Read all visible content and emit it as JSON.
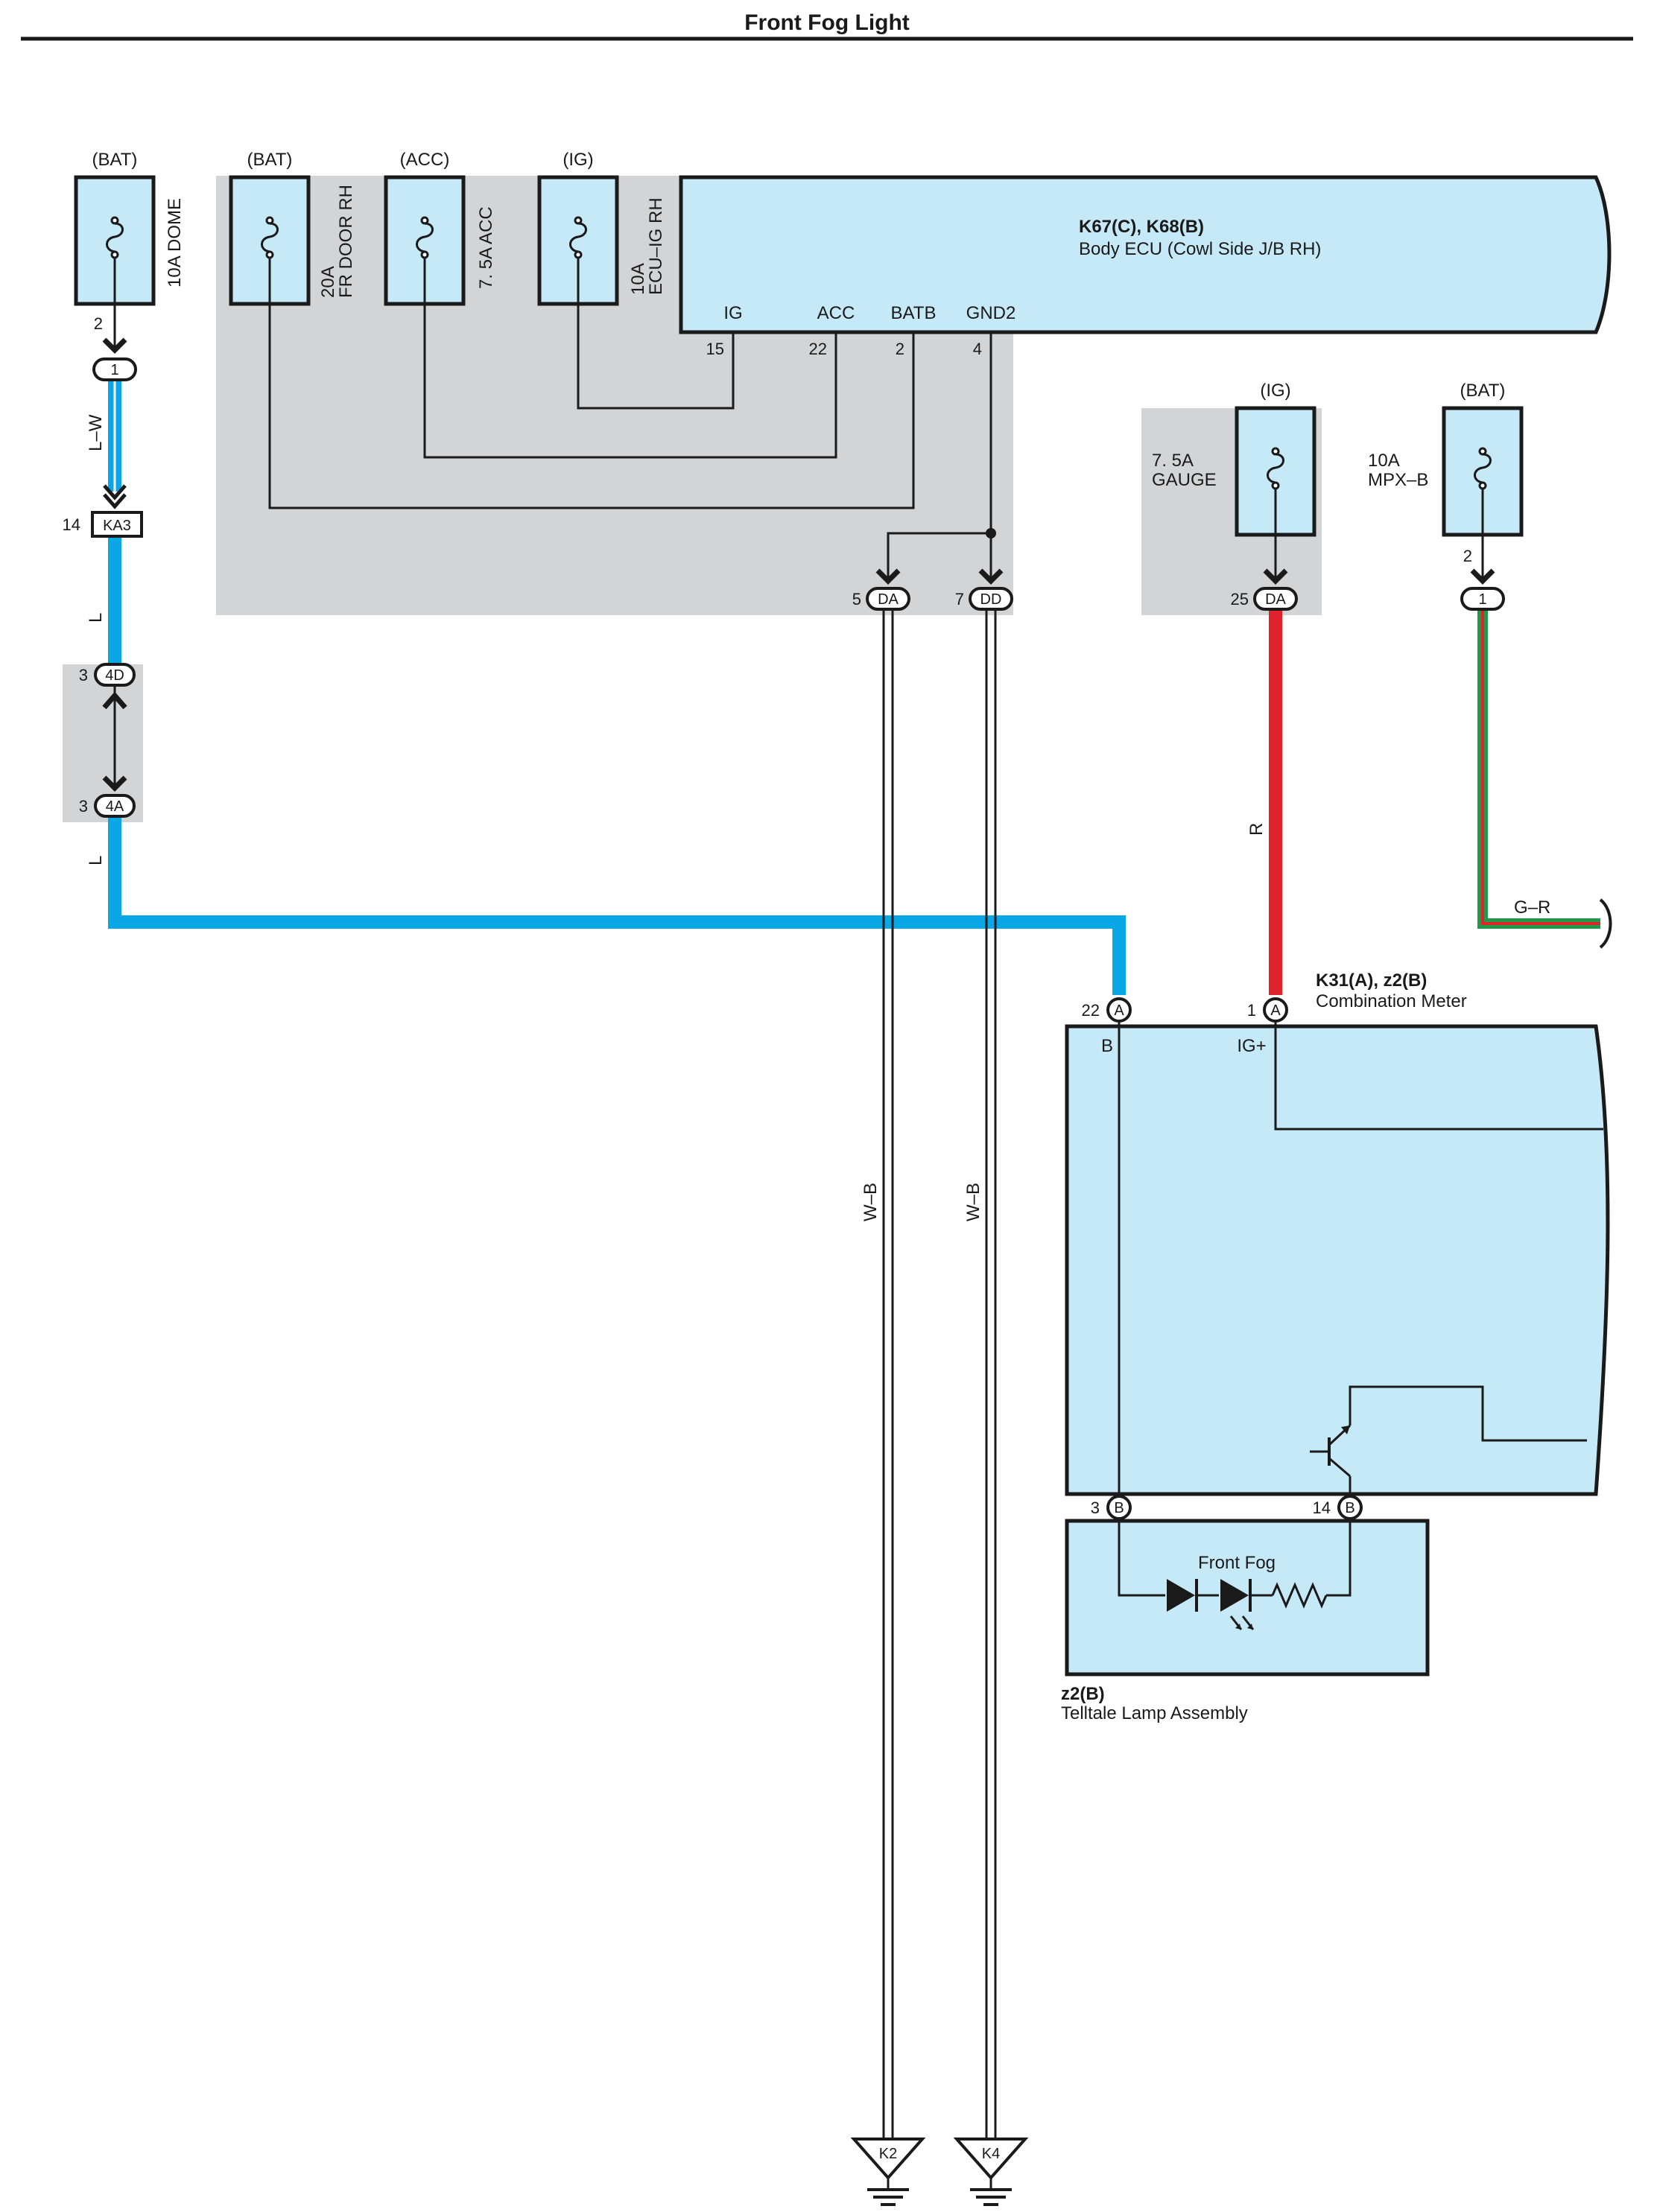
{
  "title": "Front Fog Light",
  "fuses": {
    "dome": {
      "source": "(BAT)",
      "label": "10A DOME",
      "pin": "2"
    },
    "fr_door": {
      "source": "(BAT)",
      "label1": "20A",
      "label2": "FR DOOR RH"
    },
    "acc": {
      "source": "(ACC)",
      "label": "7. 5A ACC"
    },
    "ecu_ig": {
      "source": "(IG)",
      "label1": "10A",
      "label2": "ECU–IG RH"
    },
    "gauge": {
      "source": "(IG)",
      "label1": "7. 5A",
      "label2": "GAUGE"
    },
    "mpx": {
      "source": "(BAT)",
      "label1": "10A",
      "label2": "MPX–B",
      "pin": "2"
    }
  },
  "body_ecu": {
    "codes": "K67(C), K68(B)",
    "name": "Body ECU (Cowl Side J/B RH)",
    "terminals": [
      {
        "name": "IG",
        "pin": "15"
      },
      {
        "name": "ACC",
        "pin": "22"
      },
      {
        "name": "BATB",
        "pin": "2"
      },
      {
        "name": "GND2",
        "pin": "4"
      }
    ]
  },
  "connectors": {
    "c1_left": {
      "pin": "",
      "code": "1"
    },
    "ka3": {
      "pin": "14",
      "code": "KA3"
    },
    "c4d": {
      "pin": "3",
      "code": "4D"
    },
    "c4a": {
      "pin": "3",
      "code": "4A"
    },
    "da5": {
      "pin": "5",
      "code": "DA"
    },
    "dd7": {
      "pin": "7",
      "code": "DD"
    },
    "da25": {
      "pin": "25",
      "code": "DA"
    },
    "c1_right": {
      "pin": "",
      "code": "1"
    }
  },
  "wires": {
    "lw": "L–W",
    "l1": "L",
    "l2": "L",
    "wb1": "W–B",
    "wb2": "W–B",
    "r": "R",
    "gr": "G–R"
  },
  "combination_meter": {
    "codes": "K31(A), z2(B)",
    "name": "Combination Meter",
    "pin_b": {
      "pin": "22",
      "conn": "A",
      "terminal": "B"
    },
    "pin_ig": {
      "pin": "1",
      "conn": "A",
      "terminal": "IG+"
    },
    "pin_3": {
      "pin": "3",
      "conn": "B"
    },
    "pin_14": {
      "pin": "14",
      "conn": "B"
    }
  },
  "telltale": {
    "codes": "z2(B)",
    "name": "Telltale Lamp Assembly",
    "lamp": "Front Fog"
  },
  "grounds": {
    "k2": "K2",
    "k4": "K4"
  },
  "colors": {
    "blue_wire": "#0aa7e6",
    "red_wire": "#e0222b",
    "green_wire": "#1e9a4a",
    "box_fill": "#c6e9f8",
    "splice_grey": "#d3d4d6"
  }
}
